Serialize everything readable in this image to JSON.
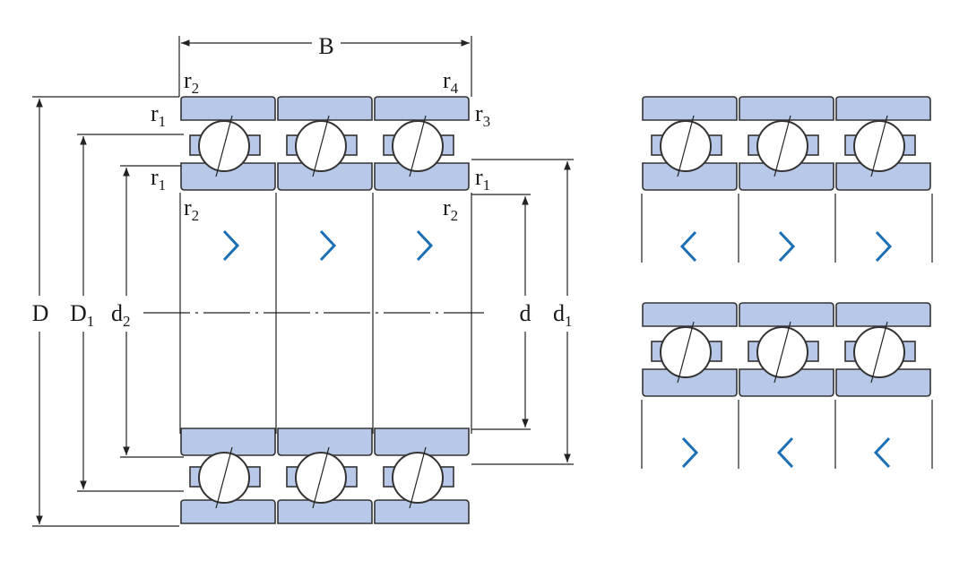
{
  "labels": {
    "B": "B",
    "D": "D",
    "D1": {
      "base": "D",
      "sub": "1"
    },
    "d2": {
      "base": "d",
      "sub": "2"
    },
    "d": "d",
    "d1": {
      "base": "d",
      "sub": "1"
    },
    "r1": {
      "base": "r",
      "sub": "1"
    },
    "r2": {
      "base": "r",
      "sub": "2"
    },
    "r3": {
      "base": "r",
      "sub": "3"
    },
    "r4": {
      "base": "r",
      "sub": "4"
    }
  },
  "colors": {
    "ring_fill": "#b7c8e8",
    "chevron": "#1b6fb5",
    "line": "#222222"
  },
  "arrangements": {
    "main": [
      "right",
      "right",
      "right"
    ],
    "top_right": [
      "left",
      "right",
      "right"
    ],
    "bottom_right": [
      "right",
      "left",
      "left"
    ]
  }
}
